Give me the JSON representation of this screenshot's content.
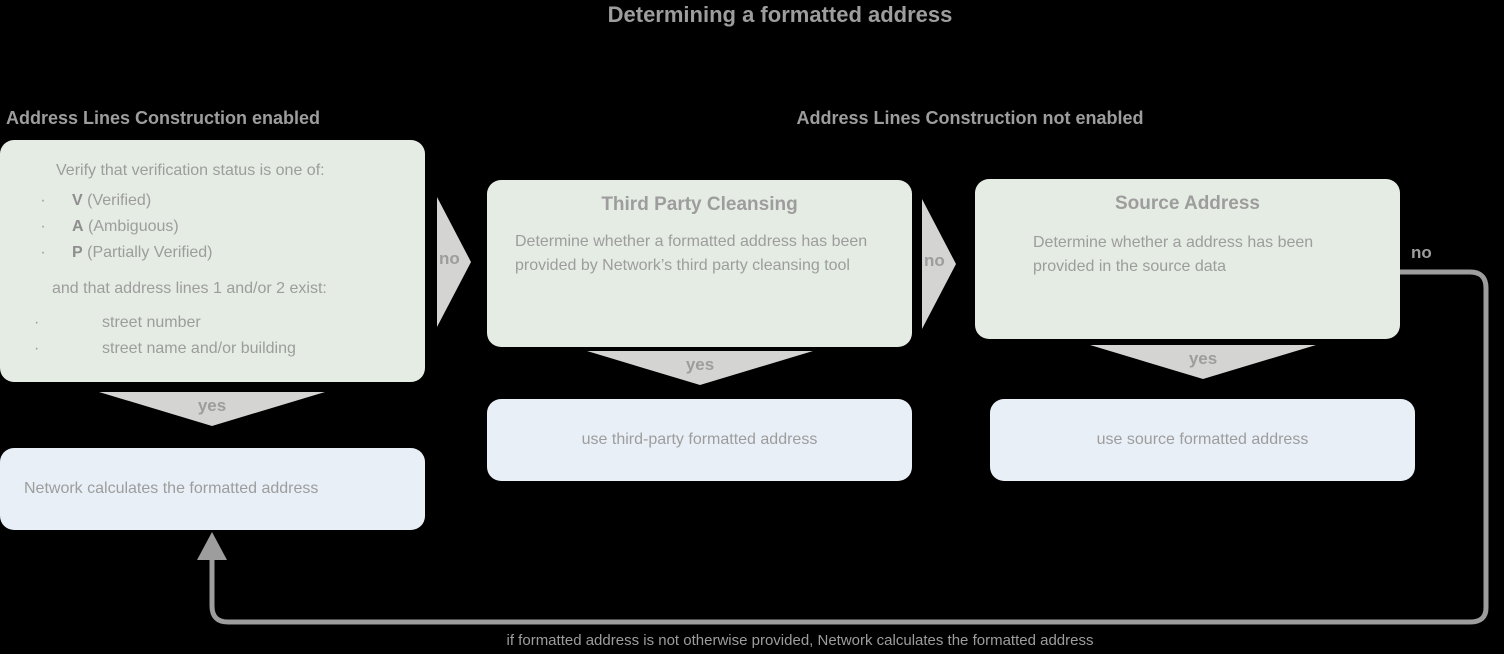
{
  "title": "Determining a formatted address",
  "colors": {
    "background": "#000000",
    "decision_box": "#e5ece3",
    "outcome_box": "#e8eff6",
    "arrow": "#d4d4d2",
    "text": "#9d9d9d"
  },
  "columns": {
    "left_header": "Address Lines Construction enabled",
    "right_header": "Address Lines Construction not enabled"
  },
  "left_branch": {
    "criteria_box": {
      "intro": "Verify that verification status is one of:",
      "status_items": [
        {
          "code": "V",
          "label": "(Verified)"
        },
        {
          "code": "A",
          "label": "(Ambiguous)"
        },
        {
          "code": "P",
          "label": "(Partially Verified)"
        }
      ],
      "second_intro": "and that address lines 1 and/or 2 exist:",
      "line_items": [
        "street number",
        "street name and/or building"
      ]
    },
    "yes_arrow": "yes",
    "no_arrow": "no",
    "outcome": "Network calculates the formatted address"
  },
  "middle_branch": {
    "box_title": "Third Party Cleansing",
    "box_text": "Determine whether a formatted address has been provided by Network’s third party cleansing tool",
    "yes_arrow": "yes",
    "no_arrow": "no",
    "outcome": "use third-party formatted address"
  },
  "right_branch": {
    "box_title": "Source Address",
    "box_text": "Determine whether a address has been provided in the source data",
    "yes_arrow": "yes",
    "no_arrow": "no",
    "outcome": "use source formatted address"
  },
  "feedback": {
    "caption": "if formatted address is not otherwise provided, Network calculates the formatted address"
  }
}
